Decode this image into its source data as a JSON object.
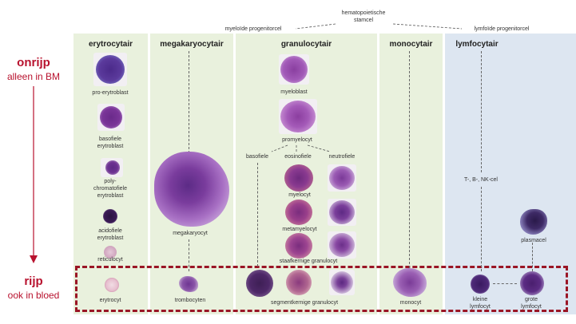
{
  "top": {
    "stem_cell_line1": "hematopoietische",
    "stem_cell_line2": "stamcel",
    "myeloid": "myeloïde progenitorcel",
    "lymphoid": "lymfoïde progenitorcel"
  },
  "left": {
    "immature_title": "onrijp",
    "immature_sub": "alleen in BM",
    "mature_title": "rijp",
    "mature_sub": "ook in bloed"
  },
  "columns": {
    "erythro": "erytrocytair",
    "mega": "megakaryocytair",
    "granulo": "granulocytair",
    "mono": "monocytair",
    "lympho": "lymfocytair"
  },
  "cells": {
    "pro_erythroblast": "pro-erytroblast",
    "basophilic_erythroblast_1": "basofiele",
    "basophilic_erythroblast_2": "erytroblast",
    "poly_1": "poly-",
    "poly_2": "chromatofiele",
    "poly_3": "erytroblast",
    "acido_1": "acidofiele",
    "acido_2": "erytroblast",
    "reticulocyte": "reticulocyt",
    "erythrocyte": "erytrocyt",
    "megakaryocyte": "megakaryocyt",
    "thrombocytes": "trombocyten",
    "myeloblast": "myeloblast",
    "promyelocyte": "promyelocyt",
    "basophil": "basofiele",
    "eosinophil": "eosinofiele",
    "neutrophil": "neutrofiele",
    "myelocyte": "myelocyt",
    "metamyelocyte": "metamyelocyt",
    "band": "staafkernige granulocyt",
    "segmented": "segmentkernige granulocyt",
    "monocyte": "monocyt",
    "tbnk": "T-, B-, NK-cel",
    "plasma": "plasmacel",
    "small_lympho_1": "kleine",
    "small_lympho_2": "lymfocyt",
    "large_lympho_1": "grote",
    "large_lympho_2": "lymfocyt"
  },
  "colors": {
    "accent_red": "#b8122e",
    "panel_green": "#e9f1dd",
    "panel_blue": "#dde6f1",
    "cell_purple": "#7a2f8f"
  }
}
